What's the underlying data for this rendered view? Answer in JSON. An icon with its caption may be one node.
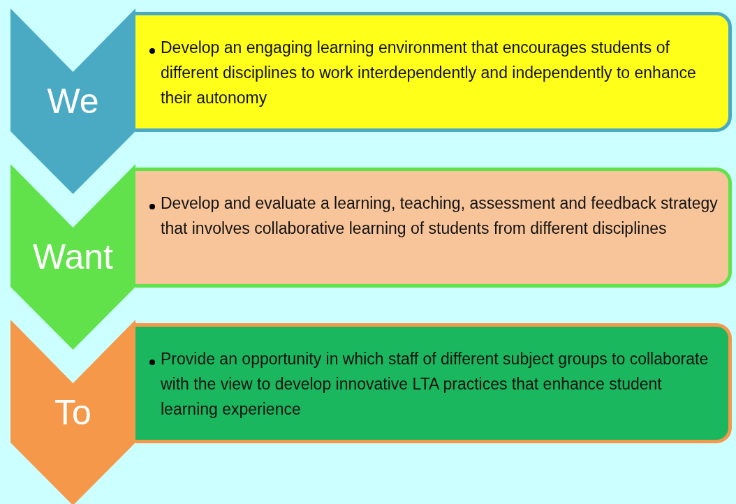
{
  "diagram": {
    "nodes": [
      {
        "text": [
          "We"
        ]
      },
      {
        "text": [
          "Develop an engaging learning environment that encourages students of different disciplines to work interdependently and independently to enhance their autonomy"
        ]
      },
      {
        "text": [
          "Want"
        ]
      },
      {
        "text": [
          "Develop and evaluate a learning, teaching, assessment and feedback strategy that involves collaborative learning of students from different disciplines"
        ]
      },
      {
        "text": [
          "To"
        ]
      },
      {
        "text": [
          "Provide an opportunity in which staff of different subject groups to collaborate with the view to develop innovative LTA practices that enhance student learning experience"
        ]
      }
    ]
  }
}
